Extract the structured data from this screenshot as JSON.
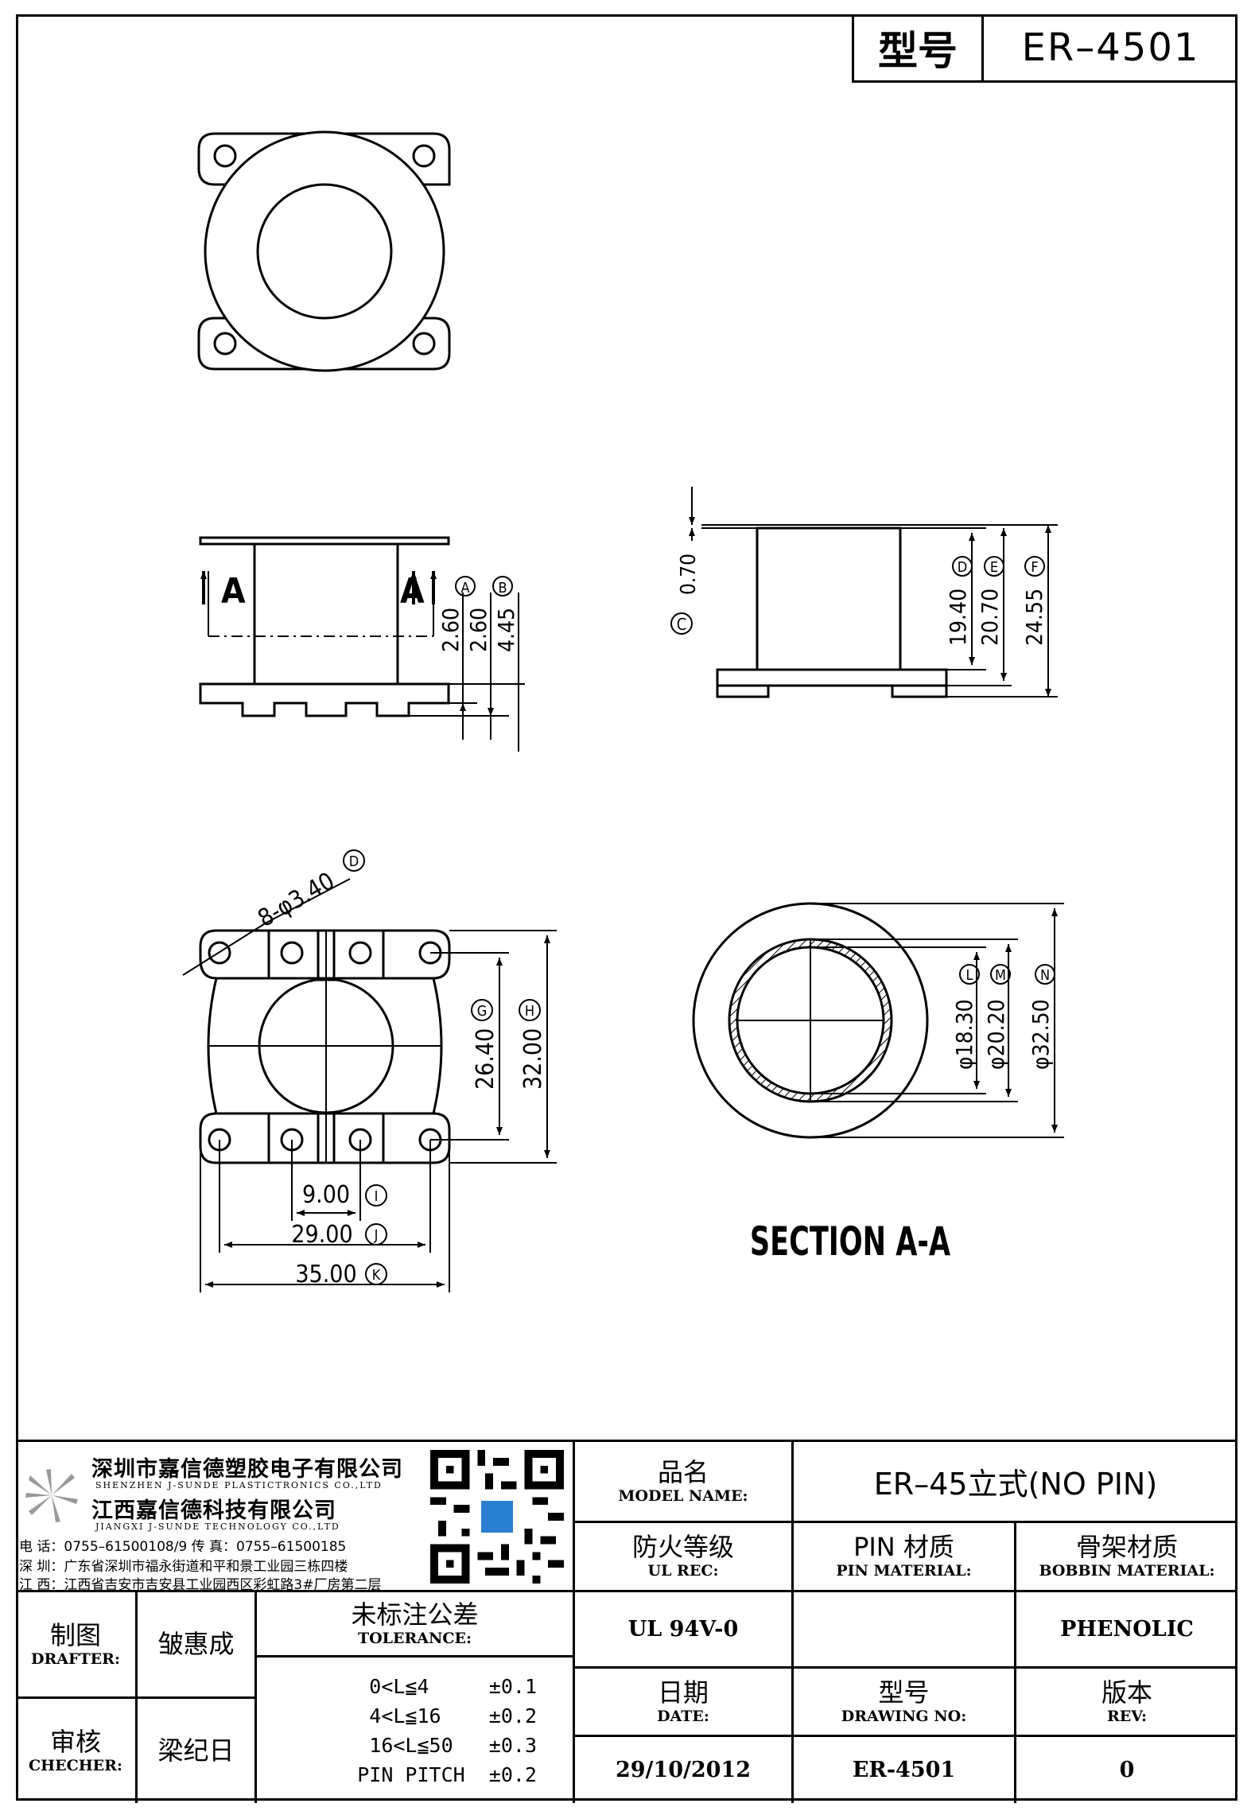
{
  "header": {
    "model_label": "型号",
    "model_value": "ER–4501"
  },
  "drawing": {
    "view_labels": {
      "section_left": "A",
      "section_right": "A",
      "section_title": "SECTION A-A"
    },
    "dimensions": {
      "d_A": "2.60",
      "d_A2": "2.60",
      "d_B": "4.45",
      "d_C": "0.70",
      "d_D": "19.40",
      "d_E": "20.70",
      "d_F": "24.55",
      "d_holes": "8-φ3.40",
      "d_G": "26.40",
      "d_H": "32.00",
      "d_I": "9.00",
      "d_J": "29.00",
      "d_K": "35.00",
      "d_L": "φ18.30",
      "d_M": "φ20.20",
      "d_N": "φ32.50"
    },
    "callouts": {
      "A": "A",
      "B": "B",
      "C": "C",
      "D": "D",
      "E": "E",
      "F": "F",
      "hole": "D",
      "G": "G",
      "H": "H",
      "I": "I",
      "J": "J",
      "K": "K",
      "L": "L",
      "M": "M",
      "N": "N"
    }
  },
  "company": {
    "name_sz": "深圳市嘉信德塑胶电子有限公司",
    "name_sz_en": "SHENZHEN J-SUNDE PLASTICTRONICS CO.,LTD",
    "name_jx": "江西嘉信德科技有限公司",
    "name_jx_en": "JIANGXI J-SUNDE TECHNOLOGY CO.,LTD",
    "phone": "电 话：0755–61500108/9        传 真：0755–61500185",
    "addr_sz": "深 圳：广东省深圳市福永街道和平和景工业园三栋四楼",
    "addr_jx": "江 西：江西省吉安市吉安县工业园西区彩虹路3#厂房第二层"
  },
  "title_block": {
    "model_name_cn": "品名",
    "model_name_en": "MODEL NAME:",
    "model_name_value": "ER–45立式(NO PIN)",
    "ul_cn": "防火等级",
    "ul_en": "UL REC:",
    "ul_value": "UL 94V-0",
    "pin_cn": "PIN 材质",
    "pin_en": "PIN MATERIAL:",
    "pin_value": "",
    "bobbin_cn": "骨架材质",
    "bobbin_en": "BOBBIN MATERIAL:",
    "bobbin_value": "PHENOLIC",
    "drafter_cn": "制图",
    "drafter_en": "DRAFTER:",
    "drafter_value": "皱惠成",
    "checker_cn": "审核",
    "checker_en": "CHECHER:",
    "checker_value": "梁纪日",
    "tol_cn": "未标注公差",
    "tol_en": "TOLERANCE:",
    "tolerances": [
      "0<L≦4     ±0.1",
      "4<L≦16    ±0.2",
      "16<L≦50   ±0.3",
      "PIN PITCH  ±0.2"
    ],
    "date_cn": "日期",
    "date_en": "DATE:",
    "date_value": "29/10/2012",
    "dwg_cn": "型号",
    "dwg_en": "DRAWING NO:",
    "dwg_value": "ER-4501",
    "rev_cn": "版本",
    "rev_en": "REV:",
    "rev_value": "0"
  }
}
